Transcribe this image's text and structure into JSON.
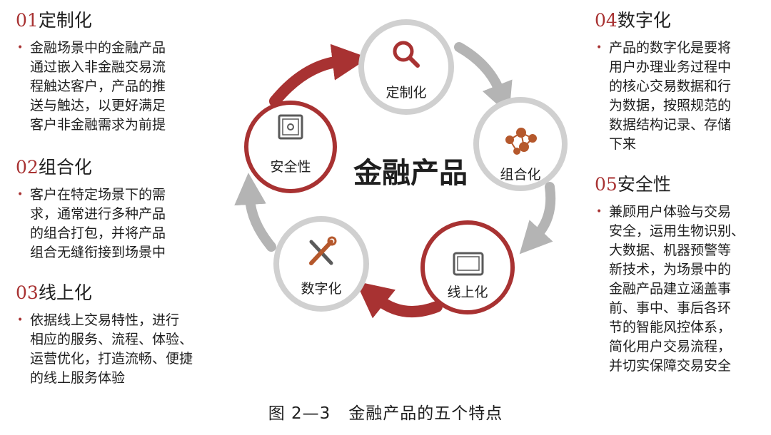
{
  "center_title": "金融产品",
  "nodes": {
    "customize": "定制化",
    "combine": "组合化",
    "online": "线上化",
    "digital": "数字化",
    "security": "安全性"
  },
  "sections": [
    {
      "num": "01",
      "title": "定制化",
      "lines": [
        "金融场景中的金融产品",
        "通过嵌入非金融交易流",
        "程触达客户，产品的推",
        "送与触达，以更好满足",
        "客户非金融需求为前提"
      ]
    },
    {
      "num": "02",
      "title": "组合化",
      "lines": [
        "客户在特定场景下的需",
        "求，通常进行多种产品",
        "的组合打包，并将产品",
        "组合无缝衔接到场景中"
      ]
    },
    {
      "num": "03",
      "title": "线上化",
      "lines": [
        "依据线上交易特性，进行",
        "相应的服务、流程、体验、",
        "运营优化，打造流畅、便捷",
        "的线上服务体验"
      ]
    },
    {
      "num": "04",
      "title": "数字化",
      "lines": [
        "产品的数字化是要将",
        "用户办理业务过程中",
        "的核心交易数据和行",
        "为数据，按照规范的",
        "数据结构记录、存储",
        "下来"
      ]
    },
    {
      "num": "05",
      "title": "安全性",
      "lines": [
        "兼顾用户体验与交易",
        "安全，运用生物识别、",
        "大数据、机器预警等",
        "新技术，为场景中的",
        "金融产品建立涵盖事",
        "前、事中、事后各环",
        "节的智能风控体系，",
        "简化用户交易流程，",
        "并切实保障交易安全"
      ]
    }
  ],
  "caption": "图 2—3   金融产品的五个特点",
  "colors": {
    "accent": "#a83232",
    "gray": "#b4b4b4",
    "text": "#1f1f1f"
  }
}
